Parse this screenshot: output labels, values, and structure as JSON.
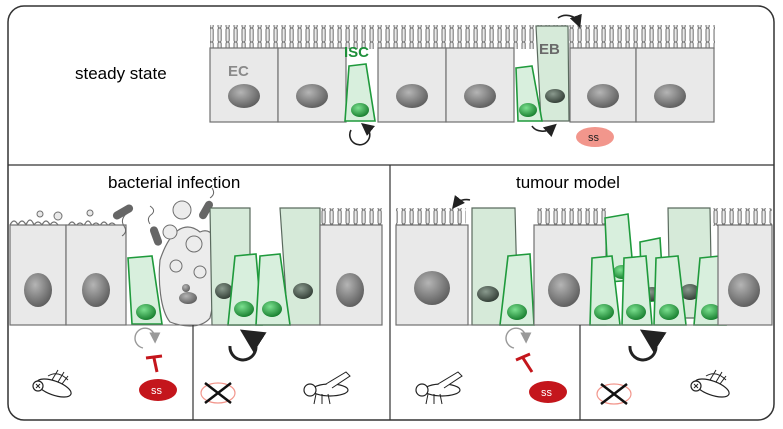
{
  "labels": {
    "steady_state": "steady state",
    "bacterial_infection": "bacterial infection",
    "tumour_model": "tumour model",
    "ec": "EC",
    "isc": "ISC",
    "eb": "EB",
    "ss_top": "ss",
    "ss_left": "ss",
    "ss_right": "ss"
  },
  "colors": {
    "isc_stroke": "#1f9a3c",
    "isc_fill": "#d8efdd",
    "ec_fill": "#e9e9e9",
    "eb_fill": "#d6ead9",
    "ss_steady": "#f2968c",
    "ss_inhibit": "#c4161c"
  },
  "icons": [
    "cycle-arrow-icon",
    "inhibition-icon",
    "fly-icon",
    "dead-fly-icon",
    "crossed-ss-icon",
    "bacterium-icon"
  ]
}
